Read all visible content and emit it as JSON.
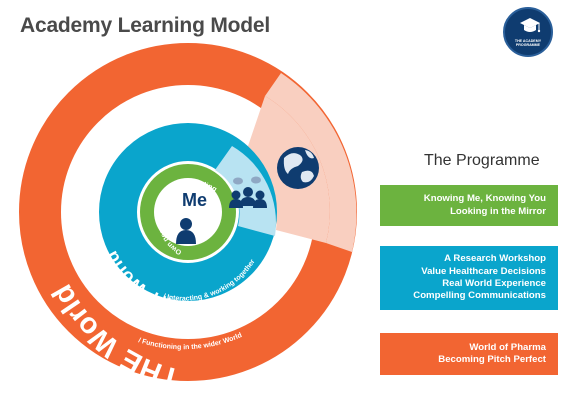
{
  "page": {
    "title": "Academy Learning Model"
  },
  "logo": {
    "text": "THE ACADEMY\nPROGRAMME",
    "icon": "graduation-cap-icon"
  },
  "diagram": {
    "outer_ring": {
      "title": "THE World",
      "subtitle": "Functioning in the wider World",
      "color": "#f26532",
      "wedge_color": "#f9cfc0"
    },
    "middle_ring": {
      "title": "MY World",
      "subtitle": "Interacting & working together",
      "color": "#0aa5cc",
      "wedge_color": "#b8e3f2"
    },
    "inner_circle": {
      "title": "Me",
      "subtitle": "Own needs & self understanding",
      "color": "#6cb33f"
    },
    "icons": {
      "people": "group-people-icon",
      "globe": "globe-icon",
      "person": "person-icon"
    }
  },
  "programme": {
    "heading": "The Programme",
    "boxes": [
      {
        "color": "#6cb33f",
        "lines": [
          "Knowing Me, Knowing You",
          "Looking in the Mirror"
        ]
      },
      {
        "color": "#0aa5cc",
        "lines": [
          "A Research Workshop",
          "Value Healthcare Decisions",
          "Real World Experience",
          "Compelling Communications"
        ]
      },
      {
        "color": "#f26532",
        "lines": [
          "World of Pharma",
          "Becoming Pitch Perfect"
        ]
      }
    ]
  }
}
